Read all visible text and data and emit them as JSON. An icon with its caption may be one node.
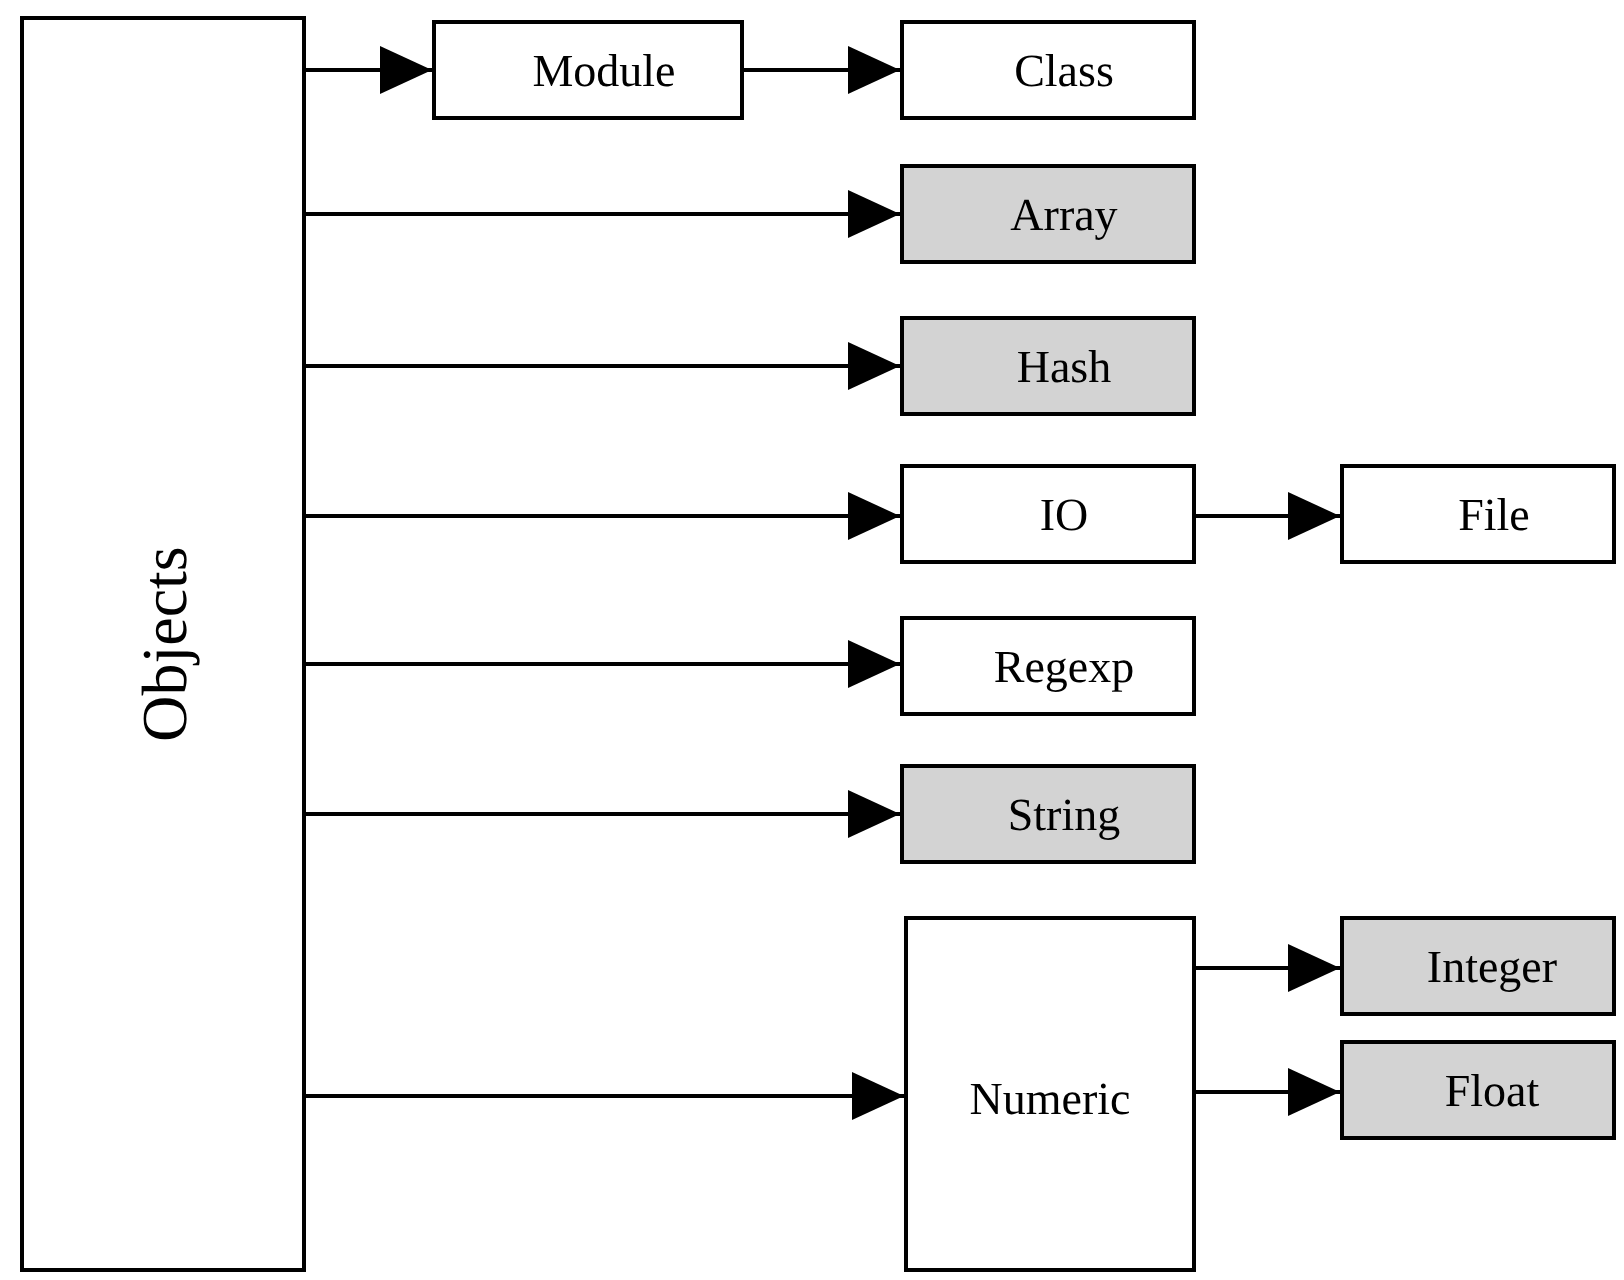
{
  "diagram": {
    "nodes": [
      {
        "text": [
          "Objects"
        ]
      },
      {
        "text": [
          "Module"
        ]
      },
      {
        "text": [
          "Class"
        ]
      },
      {
        "text": [
          "Array"
        ]
      },
      {
        "text": [
          "Hash"
        ]
      },
      {
        "text": [
          "IO"
        ]
      },
      {
        "text": [
          "File"
        ]
      },
      {
        "text": [
          "Regexp"
        ]
      },
      {
        "text": [
          "String"
        ]
      },
      {
        "text": [
          "Numeric"
        ]
      },
      {
        "text": [
          "Integer"
        ]
      },
      {
        "text": [
          "Float"
        ]
      }
    ],
    "edges": [
      {
        "from": 0,
        "to": 1,
        "arrow": "to"
      },
      {
        "from": 1,
        "to": 2,
        "arrow": "to"
      },
      {
        "from": 0,
        "to": 3,
        "arrow": "to"
      },
      {
        "from": 0,
        "to": 4,
        "arrow": "to"
      },
      {
        "from": 0,
        "to": 5,
        "arrow": "to"
      },
      {
        "from": 5,
        "to": 6,
        "arrow": "to"
      },
      {
        "from": 0,
        "to": 7,
        "arrow": "to"
      },
      {
        "from": 0,
        "to": 8,
        "arrow": "to"
      },
      {
        "from": 0,
        "to": 9,
        "arrow": "to"
      },
      {
        "from": 9,
        "to": 10,
        "arrow": "to"
      },
      {
        "from": 9,
        "to": 11,
        "arrow": "to"
      }
    ]
  }
}
